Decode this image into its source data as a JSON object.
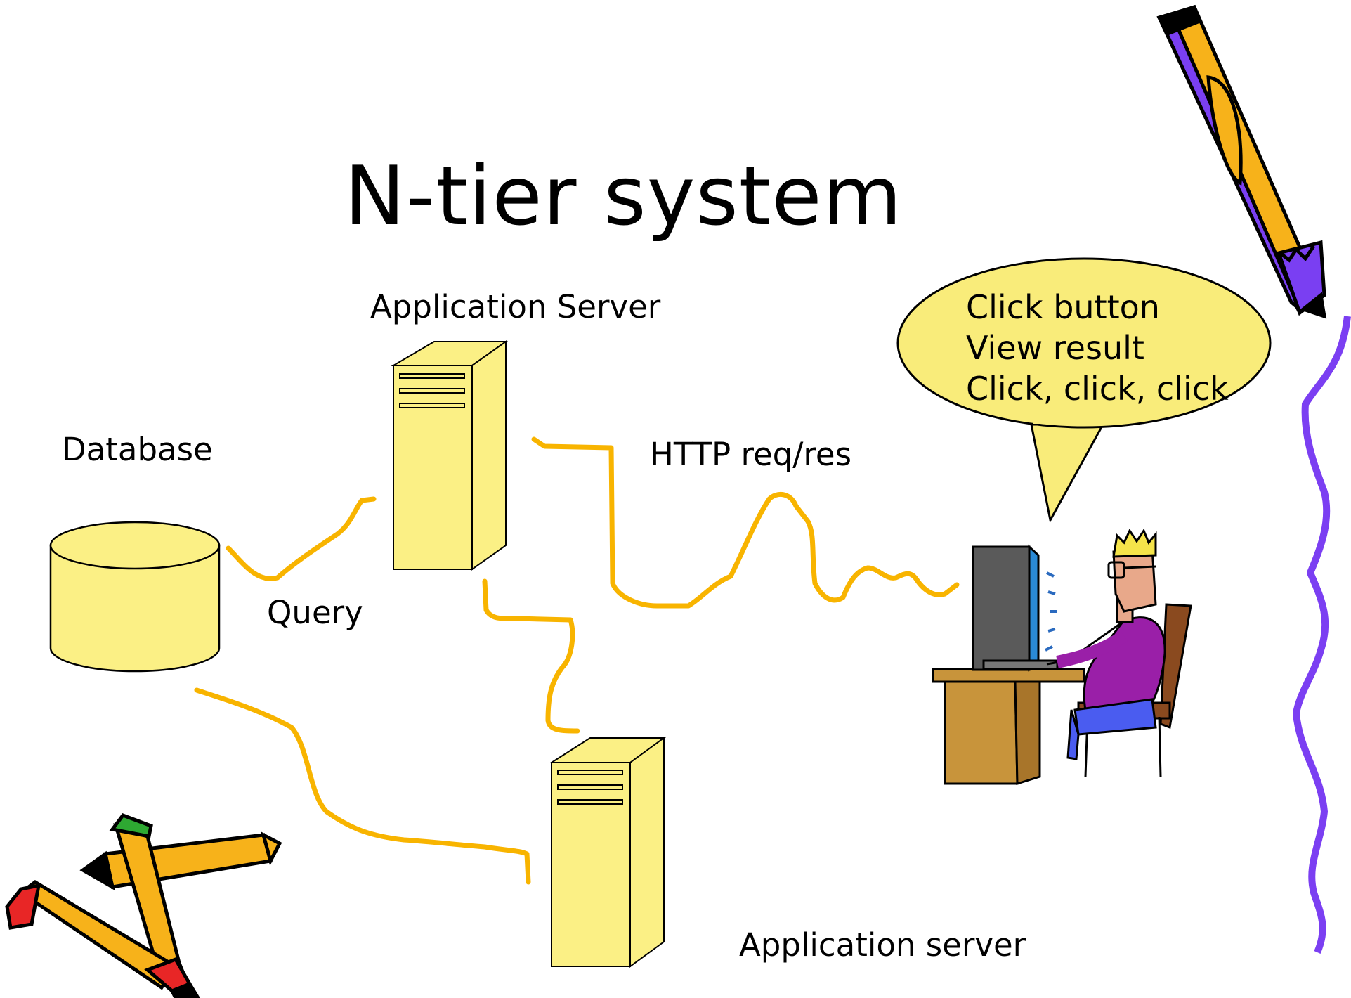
{
  "title": "N-tier system",
  "labels": {
    "application_server_top": "Application Server",
    "database": "Database",
    "query": "Query",
    "http": "HTTP req/res",
    "application_server_bottom": "Application server"
  },
  "speech_bubble": {
    "lines": [
      "Click button",
      "View result",
      "Click, click, click"
    ]
  },
  "icons": {
    "database": "database-cylinder-icon",
    "server": "server-tower-icon",
    "user": "user-at-computer-icon",
    "pencil": "pencil-icon",
    "crayons": "crayons-icon"
  },
  "colors": {
    "connector": "#f8b400",
    "server_fill": "#fbf085",
    "speech_fill": "#f9ec7a",
    "border_squiggle": "#7b3ff2"
  }
}
